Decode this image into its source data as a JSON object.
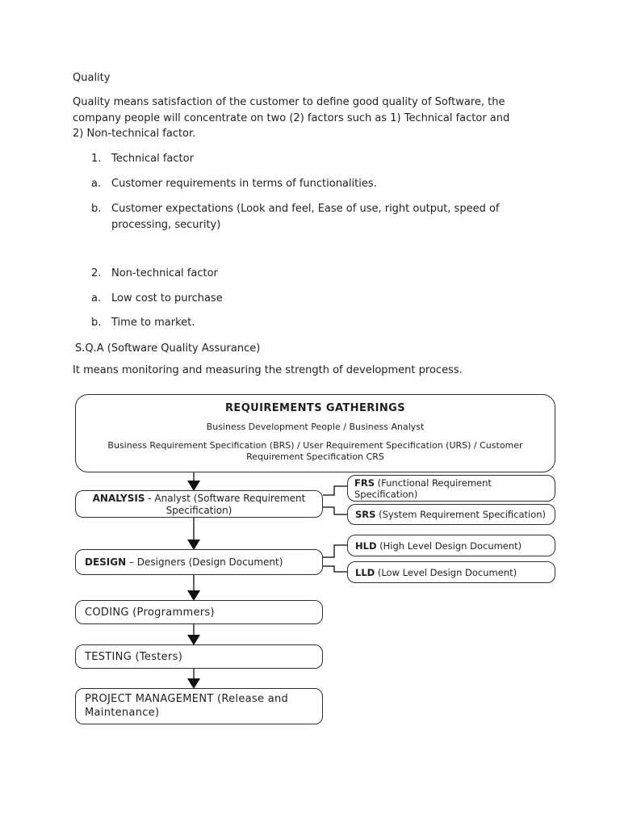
{
  "colors": {
    "background": "#ffffff",
    "text": "#1f1f1f",
    "diagram_border": "#2e2e2e"
  },
  "document": {
    "heading": "Quality",
    "intro_lines": [
      "Quality means satisfaction of the customer to define good quality of Software, the",
      "company people will concentrate on two (2) factors such as 1) Technical factor and",
      "2) Non-technical factor."
    ],
    "list": [
      {
        "marker": "1.",
        "lines": [
          "Technical factor"
        ]
      },
      {
        "marker": "a.",
        "lines": [
          "Customer requirements in terms of functionalities."
        ]
      },
      {
        "marker": "b.",
        "lines": [
          "Customer expectations (Look and feel, Ease of use, right output, speed of",
          "processing, security)"
        ]
      },
      {
        "marker": "2.",
        "lines": [
          "Non-technical factor"
        ]
      },
      {
        "marker": "a.",
        "lines": [
          "Low cost to purchase"
        ]
      },
      {
        "marker": "b.",
        "lines": [
          "Time to market."
        ]
      }
    ],
    "sqa_line": "S.Q.A (Software Quality Assurance)",
    "sqa_description": "It means monitoring and measuring the strength of development process."
  },
  "diagram": {
    "requirements": {
      "title": "REQUIREMENTS GATHERINGS",
      "line1": "Business Development People / Business Analyst",
      "line2a": "Business Requirement Specification (BRS) / User Requirement Specification (URS) / Customer",
      "line2b": "Requirement Specification CRS"
    },
    "analysis": {
      "label": "ANALYSIS",
      "rest": " - Analyst (Software Requirement Specification)"
    },
    "design": {
      "label": "DESIGN",
      "rest": " – Designers (Design Document)"
    },
    "coding": {
      "text": "CODING (Programmers)"
    },
    "testing": {
      "text": "TESTING (Testers)"
    },
    "project_management": {
      "text": "PROJECT MANAGEMENT (Release and Maintenance)"
    },
    "frs": {
      "label": "FRS",
      "rest": " (Functional Requirement Specification)"
    },
    "srs": {
      "label": "SRS",
      "rest": " (System Requirement Specification)"
    },
    "hld": {
      "label": "HLD",
      "rest": " (High Level Design Document)"
    },
    "lld": {
      "label": "LLD",
      "rest": " (Low Level Design Document)"
    }
  }
}
